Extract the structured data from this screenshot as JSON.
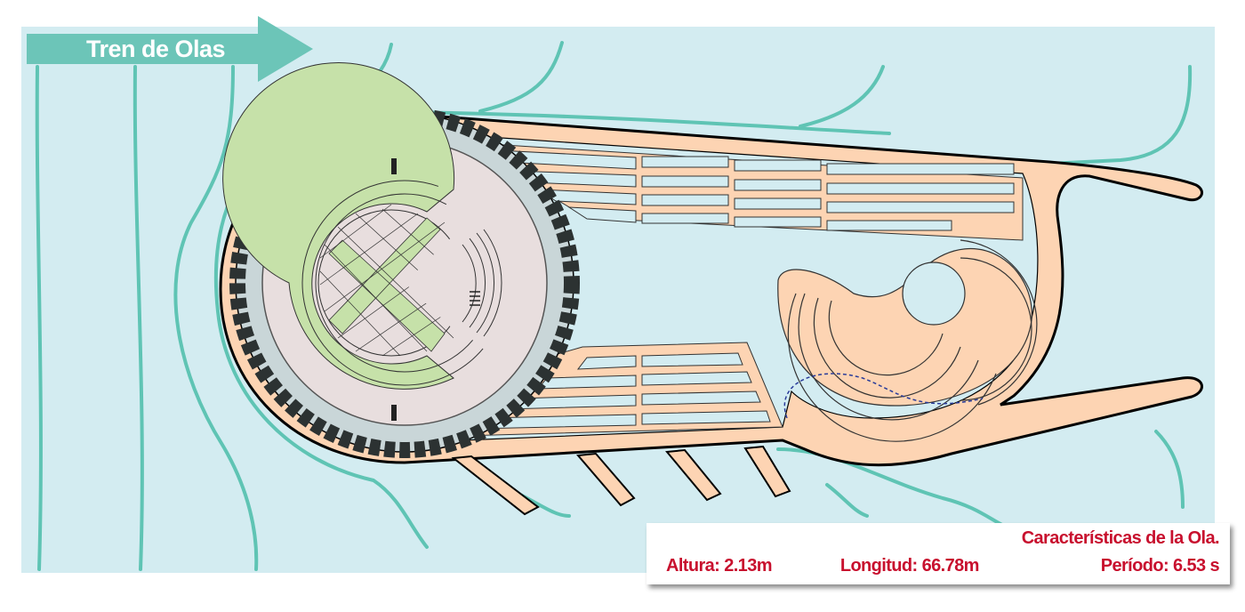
{
  "diagram": {
    "arrow_label": "Tren de Olas",
    "colors": {
      "water": "#d3ecf1",
      "wave_lines": "#5fc4b4",
      "land": "#fdd4b3",
      "plaza": "#e8dede",
      "green": "#c6e1a9",
      "legend_text": "#c8102e"
    }
  },
  "legend": {
    "title": "Características de la Ola.",
    "height": "Altura: 2.13m",
    "length": "Longitud: 66.78m",
    "period": "Período: 6.53 s"
  }
}
